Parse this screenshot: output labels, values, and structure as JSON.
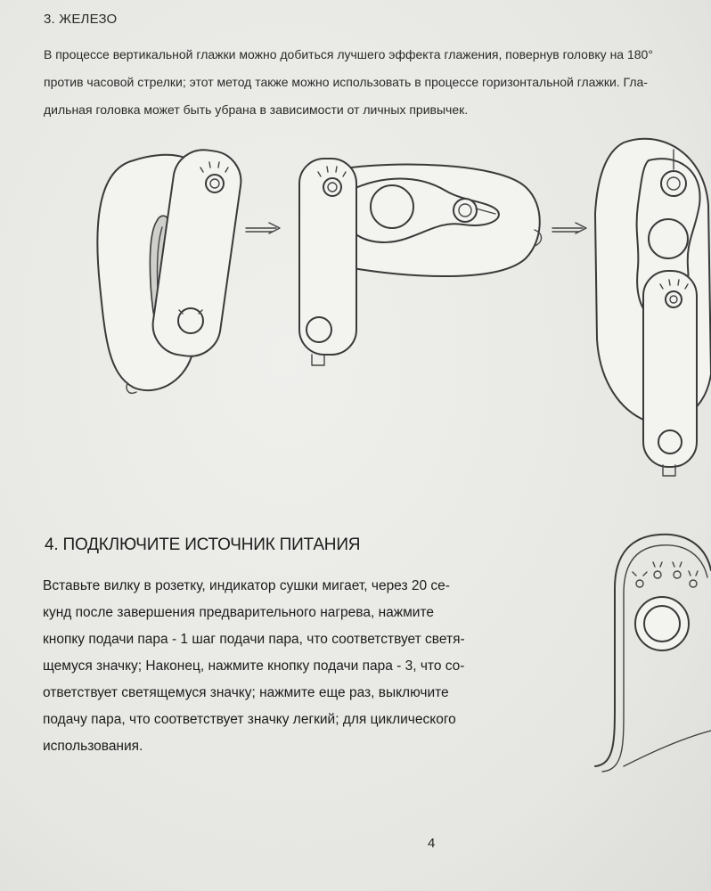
{
  "section3": {
    "title": "3. ЖЕЛЕЗО",
    "lines": [
      "В процессе вертикальной глажки можно добиться лучшего эффекта глажения, повернув головку на 180°",
      "против часовой стрелки; этот метод также можно использовать в процессе горизонтальной глажки. Гла-",
      "дильная головка может быть убрана в зависимости от личных привычек."
    ]
  },
  "section4": {
    "title": "4. ПОДКЛЮЧИТЕ ИСТОЧНИК ПИТАНИЯ",
    "lines": [
      "Вставьте вилку в розетку, индикатор сушки мигает, через 20 се-",
      "кунд после завершения предварительного нагрева, нажмите",
      "кнопку подачи пара - 1 шаг подачи пара, что соответствует светя-",
      "щемуся значку; Наконец, нажмите кнопку подачи пара - 3, что со-",
      "ответствует светящемуся значку; нажмите еще раз, выключите",
      "подачу пара, что соответствует значку легкий; для циклического",
      "использования."
    ]
  },
  "page_number": "4"
}
